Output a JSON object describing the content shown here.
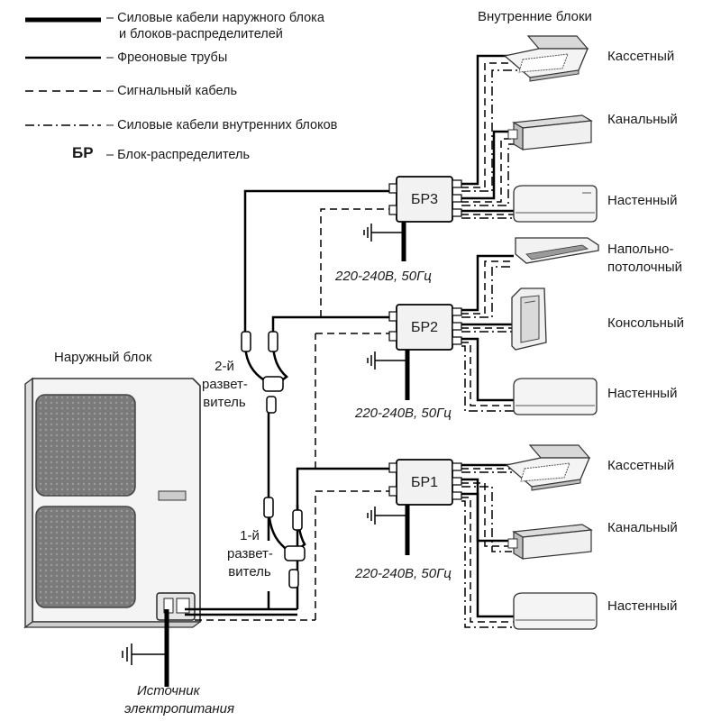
{
  "legend": {
    "power_cable_line1": "– Силовые кабели наружного блока",
    "power_cable_line2": "и блоков-распределителей",
    "freon_pipes": "– Фреоновые трубы",
    "signal_cable": "– Сигнальный кабель",
    "indoor_power_cable": "– Силовые кабели внутренних блоков",
    "br_abbr": "БР",
    "br_meaning": "– Блок-распределитель"
  },
  "indoor_units_title": "Внутренние блоки",
  "outdoor_unit_title": "Наружный блок",
  "distributors": {
    "br1": "БР1",
    "br2": "БР2",
    "br3": "БР3"
  },
  "power_supply_labels": {
    "br1": "220-240В, 50Гц",
    "br2": "220-240В, 50Гц",
    "br3": "220-240В, 50Гц"
  },
  "splitters": {
    "second": {
      "line1": "2-й",
      "line2": "развет-",
      "line3": "витель"
    },
    "first": {
      "line1": "1-й",
      "line2": "развет-",
      "line3": "витель"
    }
  },
  "power_source": {
    "line1": "Источник",
    "line2": "электропитания"
  },
  "indoor_units": {
    "u1": "Кассетный",
    "u2": "Канальный",
    "u3": "Настенный",
    "u4_line1": "Напольно-",
    "u4_line2": "потолочный",
    "u5": "Консольный",
    "u6": "Настенный",
    "u7": "Кассетный",
    "u8": "Канальный",
    "u9": "Настенный"
  }
}
